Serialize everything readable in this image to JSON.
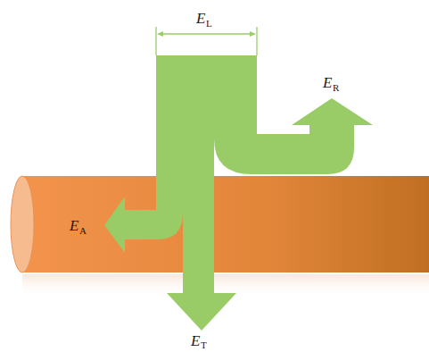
{
  "diagram": {
    "labels": [
      "E",
      "L",
      "E",
      "R",
      "E",
      "A",
      "E",
      "T"
    ]
  }
}
